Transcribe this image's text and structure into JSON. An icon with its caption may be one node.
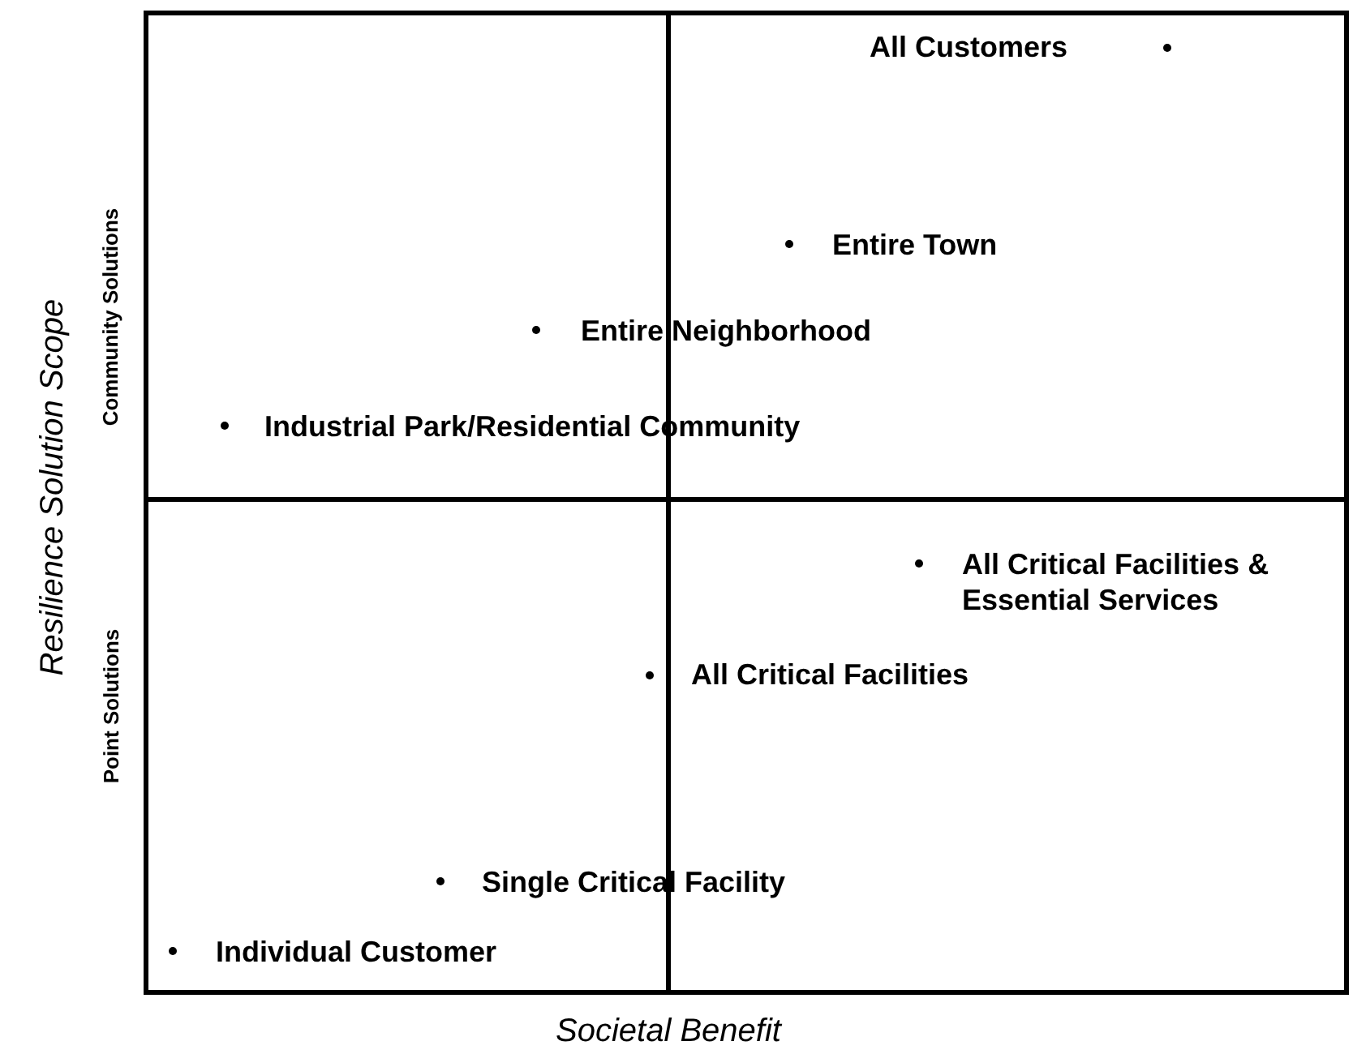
{
  "diagram": {
    "labels": [
      "Resilience Solution Scope",
      "Community Solutions",
      "All Customers",
      "Entire Town",
      "Entire Neighborhood",
      "Industrial Park/Residential Community",
      "All Critical Facilities & Essential Services",
      "Point Solutions",
      "All Critical Facilities",
      "Single Critical Facility",
      "Individual Customer",
      "Societal Benefit"
    ]
  }
}
